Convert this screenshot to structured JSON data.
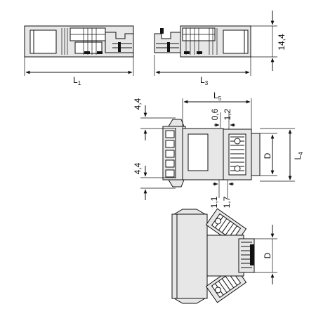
{
  "dimensions": {
    "l1": {
      "base": "L",
      "sub": "1"
    },
    "l3": {
      "base": "L",
      "sub": "3"
    },
    "l4": {
      "base": "L",
      "sub": "4"
    },
    "l5": {
      "base": "L",
      "sub": "5"
    },
    "h14_4": "14,4",
    "top4_4": "4,4",
    "bot4_4": "4,4",
    "d06": "0,6",
    "d12": "1,2",
    "d11": "1,1",
    "d17": "1,7",
    "D_right": "D",
    "D_bottom": "D"
  },
  "colors": {
    "part_fill": "#e7e7e7",
    "ink": "#111111"
  }
}
